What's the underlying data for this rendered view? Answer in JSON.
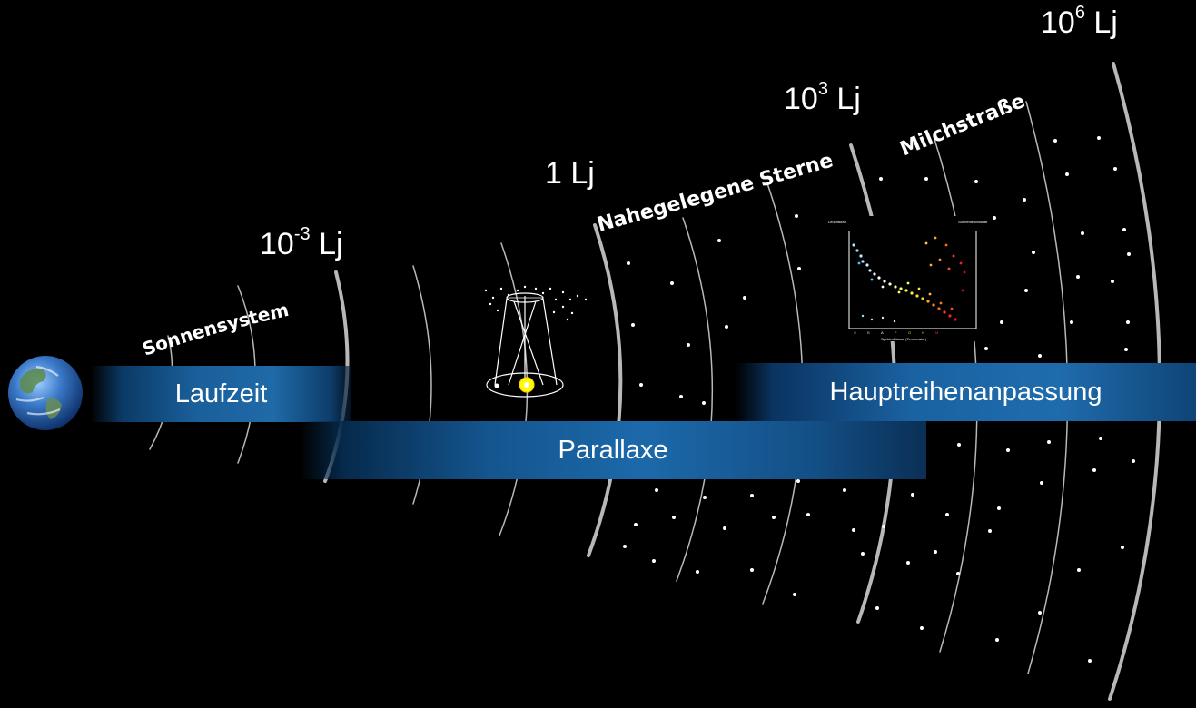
{
  "distances": {
    "d1": {
      "base": "10",
      "exp": "-3",
      "unit": " Lj"
    },
    "d2": {
      "label": "1 Lj"
    },
    "d3": {
      "base": "10",
      "exp": "3",
      "unit": " Lj"
    },
    "d4": {
      "base": "10",
      "exp": "6",
      "unit": " Lj"
    }
  },
  "regions": {
    "sonnensystem": "Sonnensystem",
    "nahe_sterne": "Nahegelegene Sterne",
    "milchstrasse": "Milchstraße"
  },
  "methods": {
    "laufzeit": "Laufzeit",
    "parallaxe": "Parallaxe",
    "haupt": "Hauptreihenanpassung"
  },
  "colors": {
    "band": "#1c69aa",
    "arc": "#c8c8c8",
    "background": "#000000"
  },
  "icons": [
    "earth-icon",
    "parallax-cone-icon",
    "hr-diagram-icon"
  ]
}
